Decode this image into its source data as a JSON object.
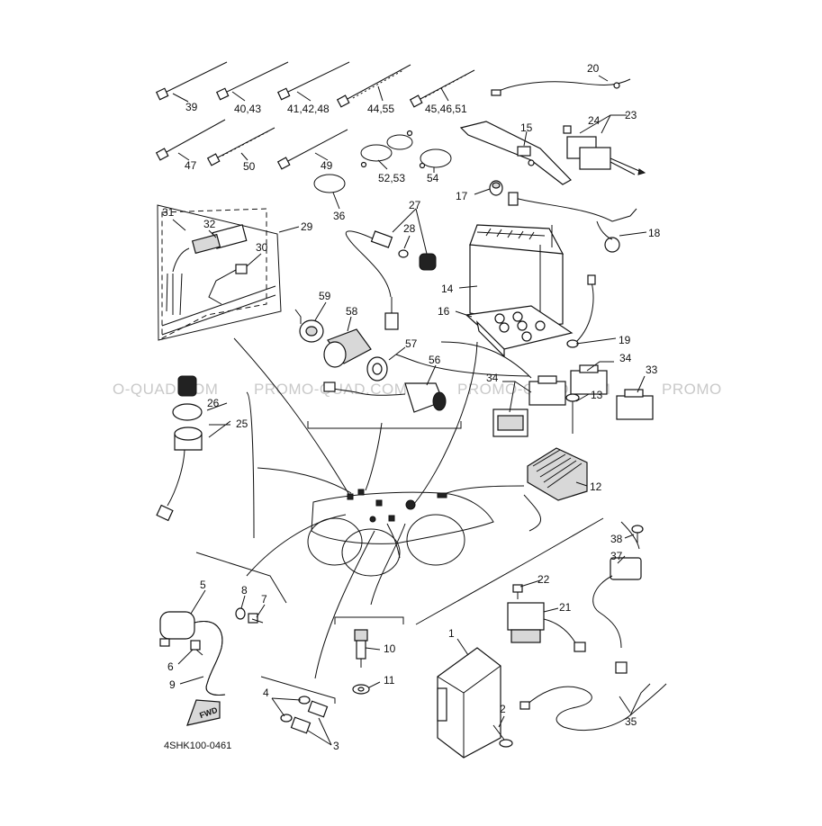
{
  "watermark": {
    "segments": [
      "O-QUAD.COM",
      "PROMO-QUAD.COM",
      "PROMO-QUAD.COM",
      "PROMO"
    ]
  },
  "diagram_code": "4SHK100-0461",
  "fwd_badge": "FWD",
  "callouts": {
    "c1": "1",
    "c2": "2",
    "c3": "3",
    "c4": "4",
    "c5": "5",
    "c6": "6",
    "c7": "7",
    "c8": "8",
    "c9": "9",
    "c10": "10",
    "c11": "11",
    "c12": "12",
    "c13": "13",
    "c14": "14",
    "c15": "15",
    "c16": "16",
    "c17": "17",
    "c18": "18",
    "c19": "19",
    "c20": "20",
    "c21": "21",
    "c22": "22",
    "c23": "23",
    "c24": "24",
    "c25": "25",
    "c26": "26",
    "c27": "27",
    "c28": "28",
    "c29": "29",
    "c30": "30",
    "c31": "31",
    "c32": "32",
    "c33": "33",
    "c34a": "34",
    "c34b": "34",
    "c35": "35",
    "c36": "36",
    "c37": "37",
    "c38": "38",
    "c39": "39",
    "c40": "40,43",
    "c41": "41,42,48",
    "c44": "44,55",
    "c45": "45,46,51",
    "c47": "47",
    "c49": "49",
    "c50": "50",
    "c52": "52,53",
    "c54": "54",
    "c56": "56",
    "c57": "57",
    "c58": "58",
    "c59": "59"
  }
}
